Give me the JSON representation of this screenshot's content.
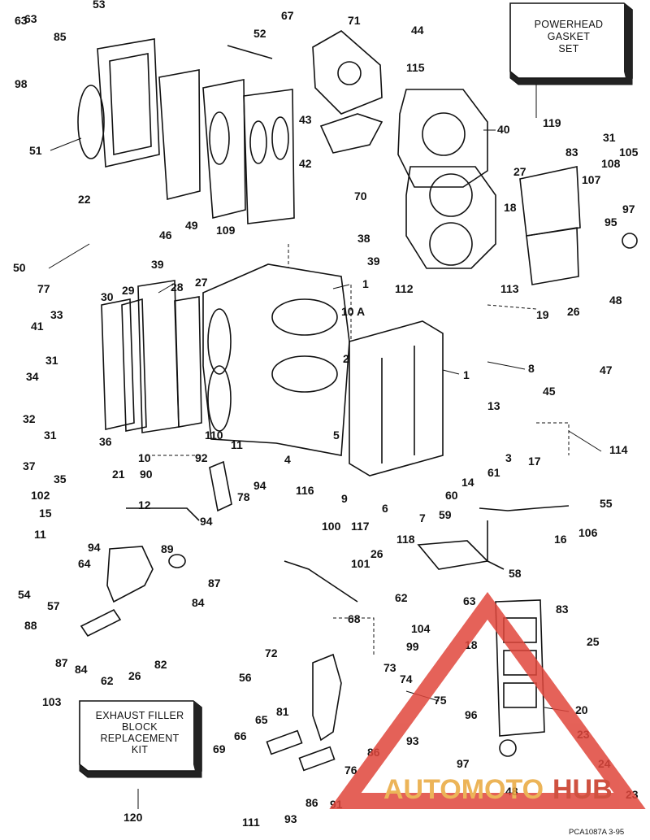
{
  "boxes": {
    "powerhead_kit": [
      "POWERHEAD",
      "GASKET",
      "SET"
    ],
    "exhaust_kit": [
      "EXHAUST FILLER",
      "BLOCK",
      "REPLACEMENT",
      "KIT"
    ]
  },
  "footer_code": "PCA1087A   3-95",
  "watermark": {
    "part1": "AUTOMOTO",
    "part2": "HUB",
    "color_red": "#e0463c",
    "color_gold": "#e9a73c"
  },
  "callouts": {
    "c63a": "63",
    "c53": "53",
    "c85": "85",
    "c63b": "63",
    "c98": "98",
    "c52": "52",
    "c67": "67",
    "c71": "71",
    "c44": "44",
    "c115": "115",
    "c119": "119",
    "c51": "51",
    "c43": "43",
    "c40": "40",
    "c42": "42",
    "c31a": "31",
    "c83a": "83",
    "c105": "105",
    "c108": "108",
    "c107": "107",
    "c27a": "27",
    "c22": "22",
    "c70": "70",
    "c97a": "97",
    "c18a": "18",
    "c95": "95",
    "c46": "46",
    "c49": "49",
    "c109": "109",
    "c38": "38",
    "c39a": "39",
    "c50": "50",
    "c39b": "39",
    "c48a": "48",
    "c19": "19",
    "c26a": "26",
    "c77": "77",
    "c30": "30",
    "c29": "29",
    "c28": "28",
    "c27b": "27",
    "c1a": "1",
    "c112": "112",
    "c113": "113",
    "c33": "33",
    "c10a": "10 A",
    "c41": "41",
    "c31b": "31",
    "c2": "2",
    "c1b": "1",
    "c8": "8",
    "c47": "47",
    "c34": "34",
    "c45": "45",
    "c13": "13",
    "c32": "32",
    "c31c": "31",
    "c36": "36",
    "c110": "110",
    "c5": "5",
    "c114": "114",
    "c37": "37",
    "c10": "10",
    "c92": "92",
    "c11a": "11",
    "c3": "3",
    "c35": "35",
    "c4": "4",
    "c14": "14",
    "c17": "17",
    "c21": "21",
    "c90": "90",
    "c94a": "94",
    "c116": "116",
    "c61": "61",
    "c102": "102",
    "c78": "78",
    "c9": "9",
    "c6": "6",
    "c7": "7",
    "c60": "60",
    "c55": "55",
    "c15": "15",
    "c12": "12",
    "c94b": "94",
    "c117": "117",
    "c59": "59",
    "c16": "16",
    "c106": "106",
    "c100": "100",
    "c11b": "11",
    "c89": "89",
    "c118": "118",
    "c94c": "94",
    "c26b": "26",
    "c101": "101",
    "c58": "58",
    "c54": "54",
    "c64": "64",
    "c87a": "87",
    "c62a": "62",
    "c63c": "63",
    "c57": "57",
    "c84a": "84",
    "c68": "68",
    "c104": "104",
    "c83b": "83",
    "c88": "88",
    "c99": "99",
    "c18b": "18",
    "c25": "25",
    "c72": "72",
    "c73": "73",
    "c74": "74",
    "c56": "56",
    "c87b": "87",
    "c84b": "84",
    "c82": "82",
    "c62b": "62",
    "c26c": "26",
    "c75": "75",
    "c103": "103",
    "c20": "20",
    "c81": "81",
    "c96": "96",
    "c65": "65",
    "c93a": "93",
    "c66": "66",
    "c23a": "23",
    "c69": "69",
    "c86a": "86",
    "c97b": "97",
    "c24": "24",
    "c76": "76",
    "c48b": "48",
    "c23b": "23",
    "c120": "120",
    "c111": "111",
    "c93b": "93",
    "c86b": "86",
    "c91": "91"
  }
}
